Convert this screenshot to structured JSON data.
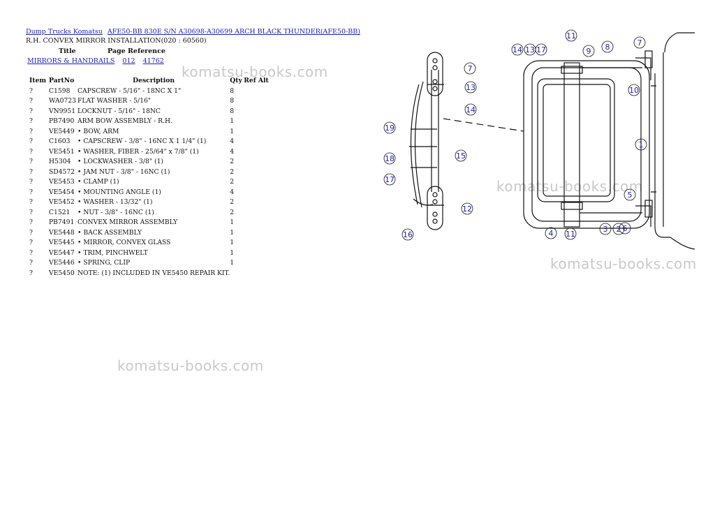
{
  "breadcrumbs": [
    "Dump Trucks Komatsu",
    "AFE50-BB 830E S/N A30698-A30699 ARCH BLACK THUNDER(AFE50-BB)"
  ],
  "subtitle": "R.H. CONVEX MIRROR INSTALLATION(020 : 60560)",
  "reference": {
    "title_header": "Title",
    "page_ref_header": "Page Reference",
    "title": "MIRRORS & HANDRAILS",
    "page": "012",
    "ref": "41762"
  },
  "table": {
    "headers": {
      "item": "Item",
      "part": "PartNo",
      "desc": "Description",
      "qty": "Qty",
      "ref": "Ref",
      "alt": "Alt"
    },
    "rows": [
      {
        "item": "?",
        "part": "C1598",
        "desc": "CAPSCREW - 5/16\" - 18NC X 1\"",
        "qty": "8"
      },
      {
        "item": "?",
        "part": "WA0723",
        "desc": "FLAT WASHER - 5/16\"",
        "qty": "8"
      },
      {
        "item": "?",
        "part": "VN9951",
        "desc": "LOCKNUT - 5/16\" - 18NC",
        "qty": "8"
      },
      {
        "item": "?",
        "part": "PB7490",
        "desc": "ARM BOW ASSEMBLY - R.H.",
        "qty": "1"
      },
      {
        "item": "?",
        "part": "VE5449",
        "desc": "• BOW, ARM",
        "qty": "1"
      },
      {
        "item": "?",
        "part": "C1603",
        "desc": "• CAPSCREW - 3/8\" - 16NC X 1 1/4\" (1)",
        "qty": "4"
      },
      {
        "item": "?",
        "part": "VE5451",
        "desc": "• WASHER, FIBER - 25/64\" x 7/8\" (1)",
        "qty": "4"
      },
      {
        "item": "?",
        "part": "H5304",
        "desc": "• LOCKWASHER - 3/8\" (1)",
        "qty": "2"
      },
      {
        "item": "?",
        "part": "SD4572",
        "desc": "• JAM NUT - 3/8\" - 16NC (1)",
        "qty": "2"
      },
      {
        "item": "?",
        "part": "VE5453",
        "desc": "• CLAMP (1)",
        "qty": "2"
      },
      {
        "item": "?",
        "part": "VE5454",
        "desc": "• MOUNTING ANGLE (1)",
        "qty": "4"
      },
      {
        "item": "?",
        "part": "VE5452",
        "desc": "• WASHER - 13/32\" (1)",
        "qty": "2"
      },
      {
        "item": "?",
        "part": "C1521",
        "desc": "• NUT - 3/8\" - 16NC (1)",
        "qty": "2"
      },
      {
        "item": "?",
        "part": "PB7491",
        "desc": "CONVEX MIRROR ASSEMBLY",
        "qty": "1"
      },
      {
        "item": "?",
        "part": "VE5448",
        "desc": "• BACK ASSEMBLY",
        "qty": "1"
      },
      {
        "item": "?",
        "part": "VE5445",
        "desc": "• MIRROR, CONVEX GLASS",
        "qty": "1"
      },
      {
        "item": "?",
        "part": "VE5447",
        "desc": "• TRIM, PINCHWELT",
        "qty": "1"
      },
      {
        "item": "?",
        "part": "VE5446",
        "desc": "• SPRING, CLIP",
        "qty": "1"
      },
      {
        "item": "?",
        "part": "VE5450",
        "desc": "NOTE: (1) INCLUDED IN VE5450 REPAIR KIT.",
        "qty": ""
      }
    ]
  },
  "watermark": "komatsu-books.com",
  "diagram_callouts": [
    "14",
    "13",
    "17",
    "11",
    "9",
    "8",
    "7",
    "10",
    "1",
    "5",
    "3",
    "4",
    "6",
    "11",
    "2",
    "7",
    "13",
    "14",
    "19",
    "15",
    "18",
    "17",
    "12",
    "16"
  ],
  "colors": {
    "link": "#1a22b8",
    "callout": "#1a22b8",
    "watermark": "#c9c9c9"
  }
}
